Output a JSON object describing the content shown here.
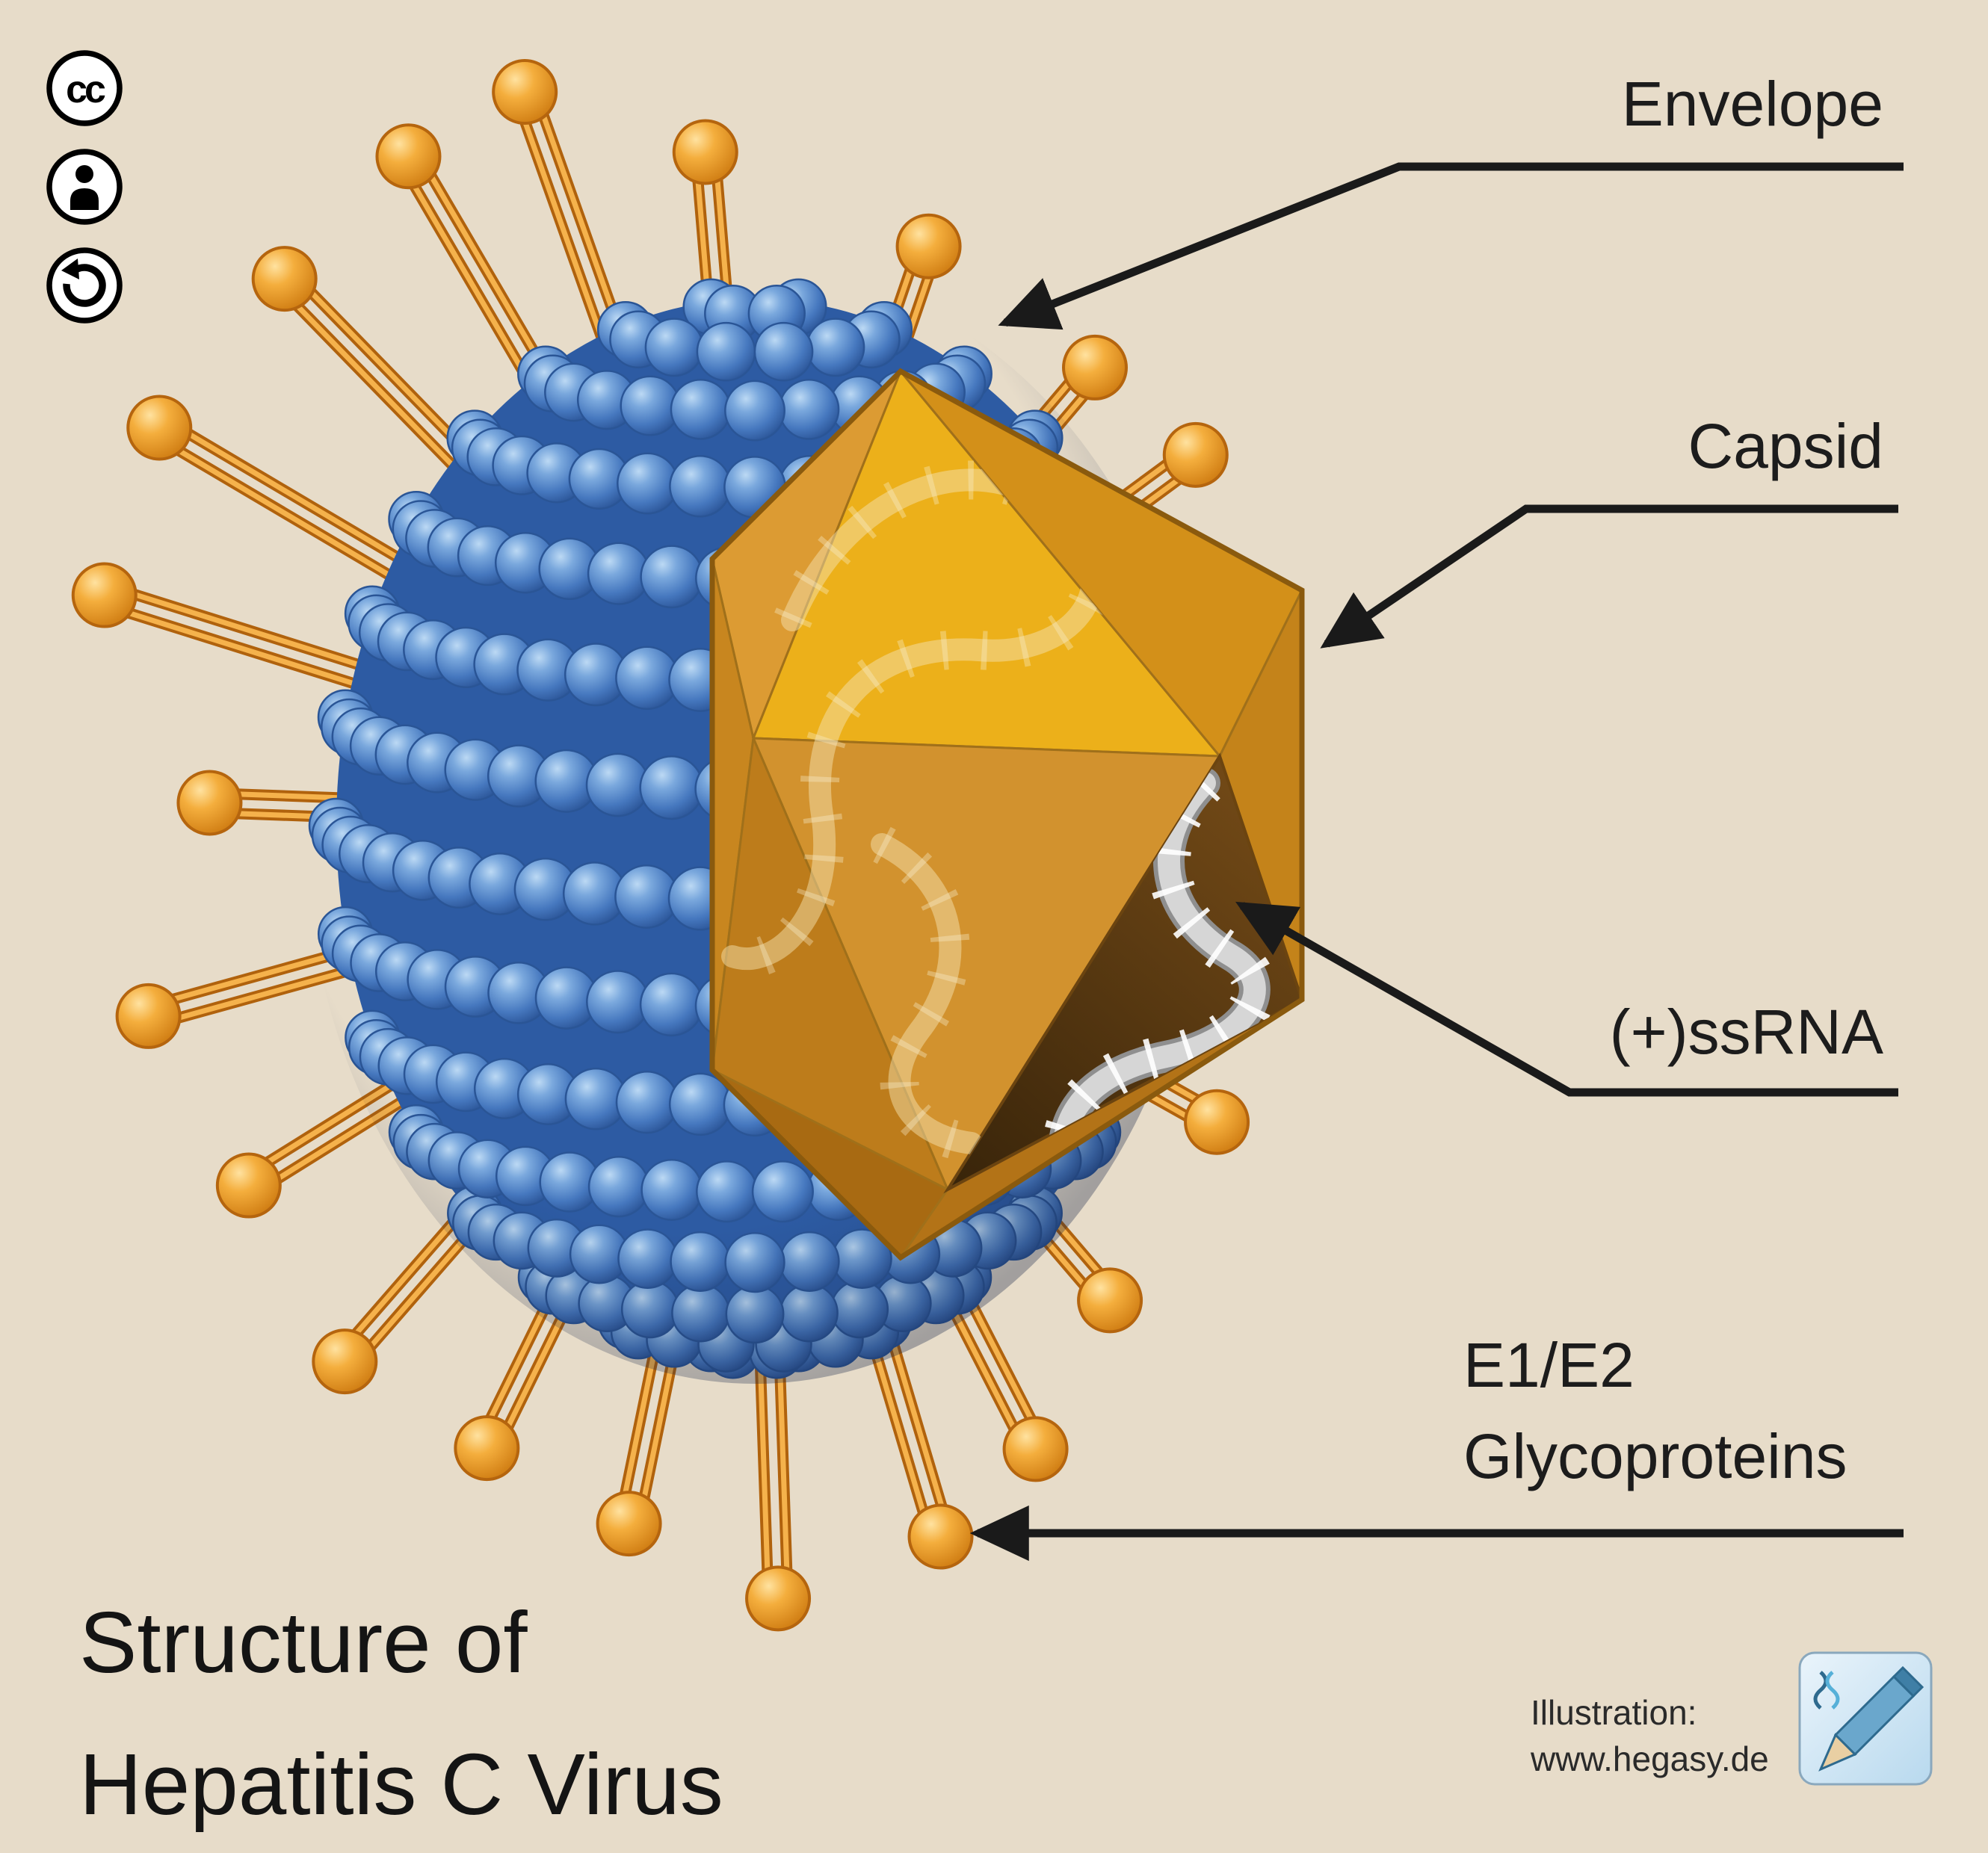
{
  "title": {
    "line1": "Structure of",
    "line2": "Hepatitis C Virus"
  },
  "labels": {
    "envelope": "Envelope",
    "capsid": "Capsid",
    "ssrna": "(+)ssRNA",
    "glyco1": "E1/E2",
    "glyco2": "Glycoproteins"
  },
  "credit": {
    "line1": "Illustration:",
    "line2": "www.hegasy.de"
  },
  "license": {
    "cc_text": "cc",
    "icons": [
      "cc-license-icon",
      "attribution-icon",
      "share-alike-icon"
    ]
  },
  "diagram": {
    "type": "virus-structure-illustration",
    "subject": "Hepatitis C Virus",
    "parts": [
      "Envelope",
      "Capsid",
      "(+)ssRNA",
      "E1/E2 Glycoproteins"
    ]
  },
  "colors": {
    "background": "#e7dcc9",
    "envelope_bead_blue": "#4a80c2",
    "bead_highlight": "#bcd9f4",
    "bead_shadow": "#2c5699",
    "capsid_gold": "#ecb01a",
    "capsid_orange": "#c8861f",
    "capsid_opening_brown": "#4a2f0c",
    "spike_orange": "#f0a030",
    "rna_gray": "#d6d6d6",
    "arrow_black": "#1a1a1a",
    "text_black": "#1c1c1c",
    "logo_blue": "#6aa7cc"
  }
}
